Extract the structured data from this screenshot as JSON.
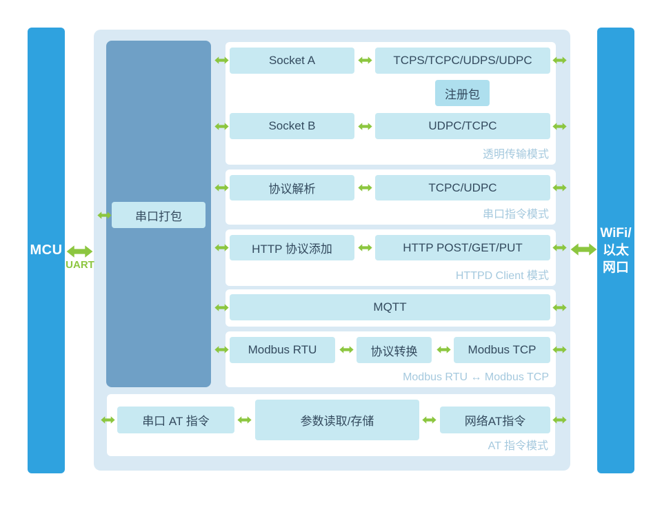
{
  "left_bar": {
    "label": "MCU"
  },
  "right_bar": {
    "lines": [
      "WiFi/",
      "以太",
      "网口"
    ]
  },
  "uart_label": "UART",
  "boxes": {
    "serial_pack": "串口打包",
    "socket_a": "Socket A",
    "tcps": "TCPS/TCPC/UDPS/UDPC",
    "register_packet": "注册包",
    "socket_b": "Socket B",
    "udpc": "UDPC/TCPC",
    "protocol_parse": "协议解析",
    "tcpc": "TCPC/UDPC",
    "http_add": "HTTP 协议添加",
    "http_post": "HTTP POST/GET/PUT",
    "mqtt": "MQTT",
    "modbus_rtu": "Modbus RTU",
    "protocol_convert": "协议转换",
    "modbus_tcp": "Modbus TCP",
    "at_serial": "串口 AT 指令",
    "param_store": "参数读取/存储",
    "at_net": "网络AT指令"
  },
  "mode_labels": {
    "transparent": "透明传输模式",
    "serial_cmd": "串口指令模式",
    "httpd_client": "HTTPD Client 模式",
    "modbus": "Modbus RTU ↔ Modbus TCP",
    "at": "AT 指令模式"
  },
  "colors": {
    "bar_blue": "#2FA2DF",
    "container_bg": "#D9E9F4",
    "dark_block": "#6FA0C6",
    "box_fill": "#C7E9F2",
    "register_fill": "#AEDFEE",
    "panel_bg": "#FFFFFF",
    "arrow_green": "#8CC63F",
    "box_text": "#334A5E",
    "mode_label_text": "#A5C9DE"
  }
}
